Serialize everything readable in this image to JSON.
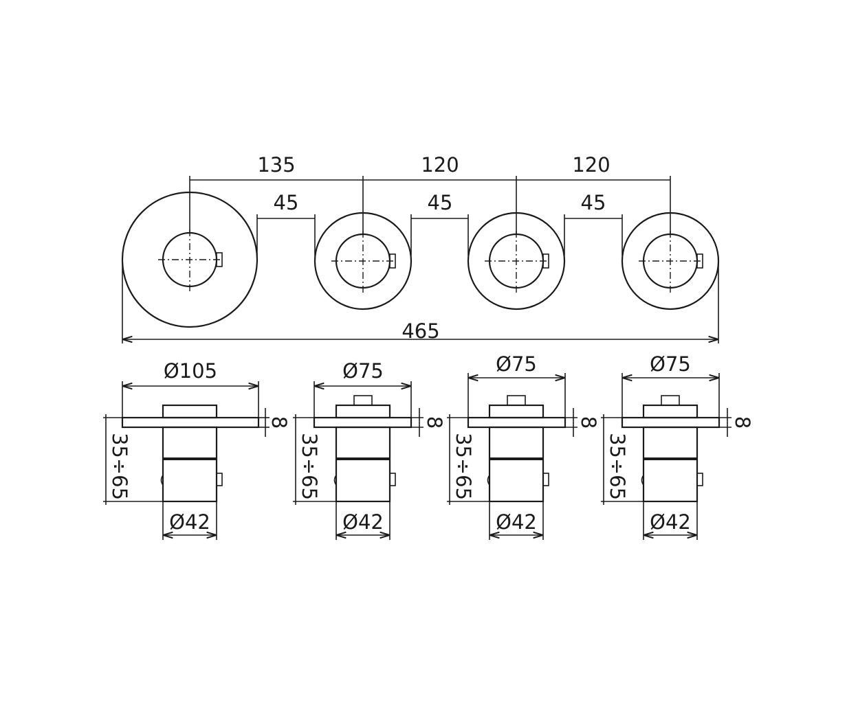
{
  "top_view": {
    "spacing": {
      "first": "135",
      "second": "120",
      "third": "120"
    },
    "gaps": [
      "45",
      "45",
      "45"
    ],
    "overall_width": "465"
  },
  "side_views": [
    {
      "plate_diameter": "Ø105",
      "thickness": "8",
      "depth_range": "35÷65",
      "body_diameter": "Ø42"
    },
    {
      "plate_diameter": "Ø75",
      "thickness": "8",
      "depth_range": "35÷65",
      "body_diameter": "Ø42"
    },
    {
      "plate_diameter": "Ø75",
      "thickness": "8",
      "depth_range": "35÷65",
      "body_diameter": "Ø42"
    },
    {
      "plate_diameter": "Ø75",
      "thickness": "8",
      "depth_range": "35÷65",
      "body_diameter": "Ø42"
    }
  ],
  "colors": {
    "line": "#1a1a1a",
    "background": "#ffffff"
  }
}
